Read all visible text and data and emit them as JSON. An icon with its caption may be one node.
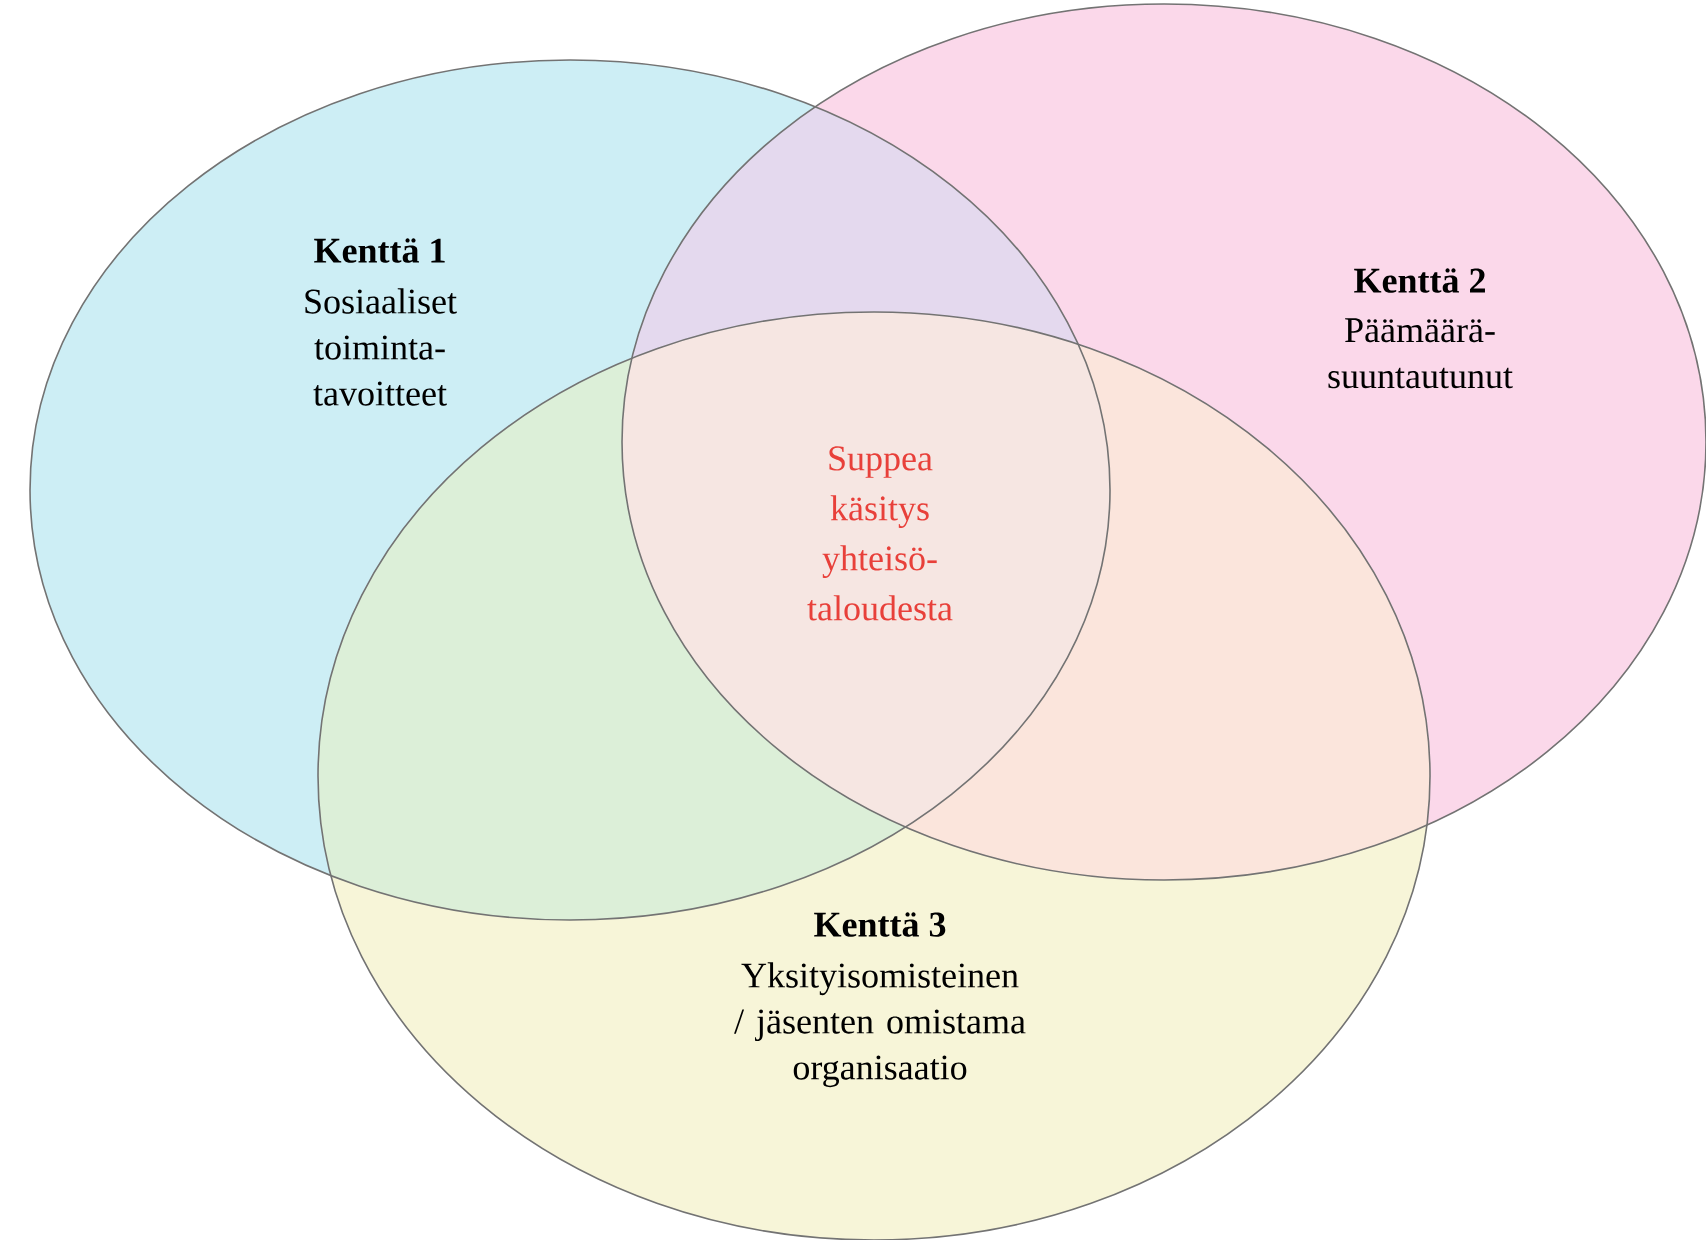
{
  "diagram": {
    "nodes": [
      {
        "text": [
          "Kenttä 1",
          "Sosiaaliset toiminta- tavoitteet"
        ]
      },
      {
        "text": [
          "Kenttä 2",
          "Päämäärä- suuntautunut"
        ]
      },
      {
        "text": [
          "Kenttä 3",
          "Yksityisomisteinen / jäsenten omistama organisaatio"
        ]
      }
    ],
    "labels": [
      "Suppea käsitys yhteisö- taloudesta"
    ]
  }
}
